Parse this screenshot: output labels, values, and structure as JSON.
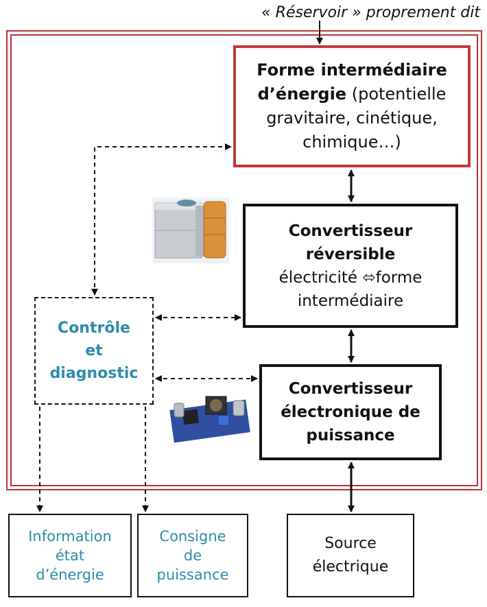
{
  "caption": "« Réservoir » proprement dit",
  "forme": {
    "title_l1": "Forme intermédiaire",
    "title_l2": "d’énergie",
    "rest_l2": " (potentielle",
    "line3": "gravitaire, cinétique,",
    "line4": "chimique…)"
  },
  "convertisseur_reversible": {
    "l1": "Convertisseur",
    "l2": "réversible",
    "l3_a": "électricité ",
    "l3_arrow": "⬄",
    "l3_b": "forme",
    "l4": "intermédiaire"
  },
  "convertisseur_electronique": {
    "l1": "Convertisseur",
    "l2": "électronique de",
    "l3": "puissance"
  },
  "controle": {
    "l1": "Contrôle",
    "l2": "et",
    "l3": "diagnostic"
  },
  "information": {
    "l1": "Information",
    "l2": "état",
    "l3": "d’énergie"
  },
  "consigne": {
    "l1": "Consigne",
    "l2": "de",
    "l3": "puissance"
  },
  "source": {
    "l1": "Source",
    "l2": "électrique"
  },
  "images": [
    "battery-rack-illustration",
    "power-converter-board-photo"
  ],
  "colors": {
    "frame_red": "#b8333a",
    "text_teal": "#2e8bab"
  }
}
